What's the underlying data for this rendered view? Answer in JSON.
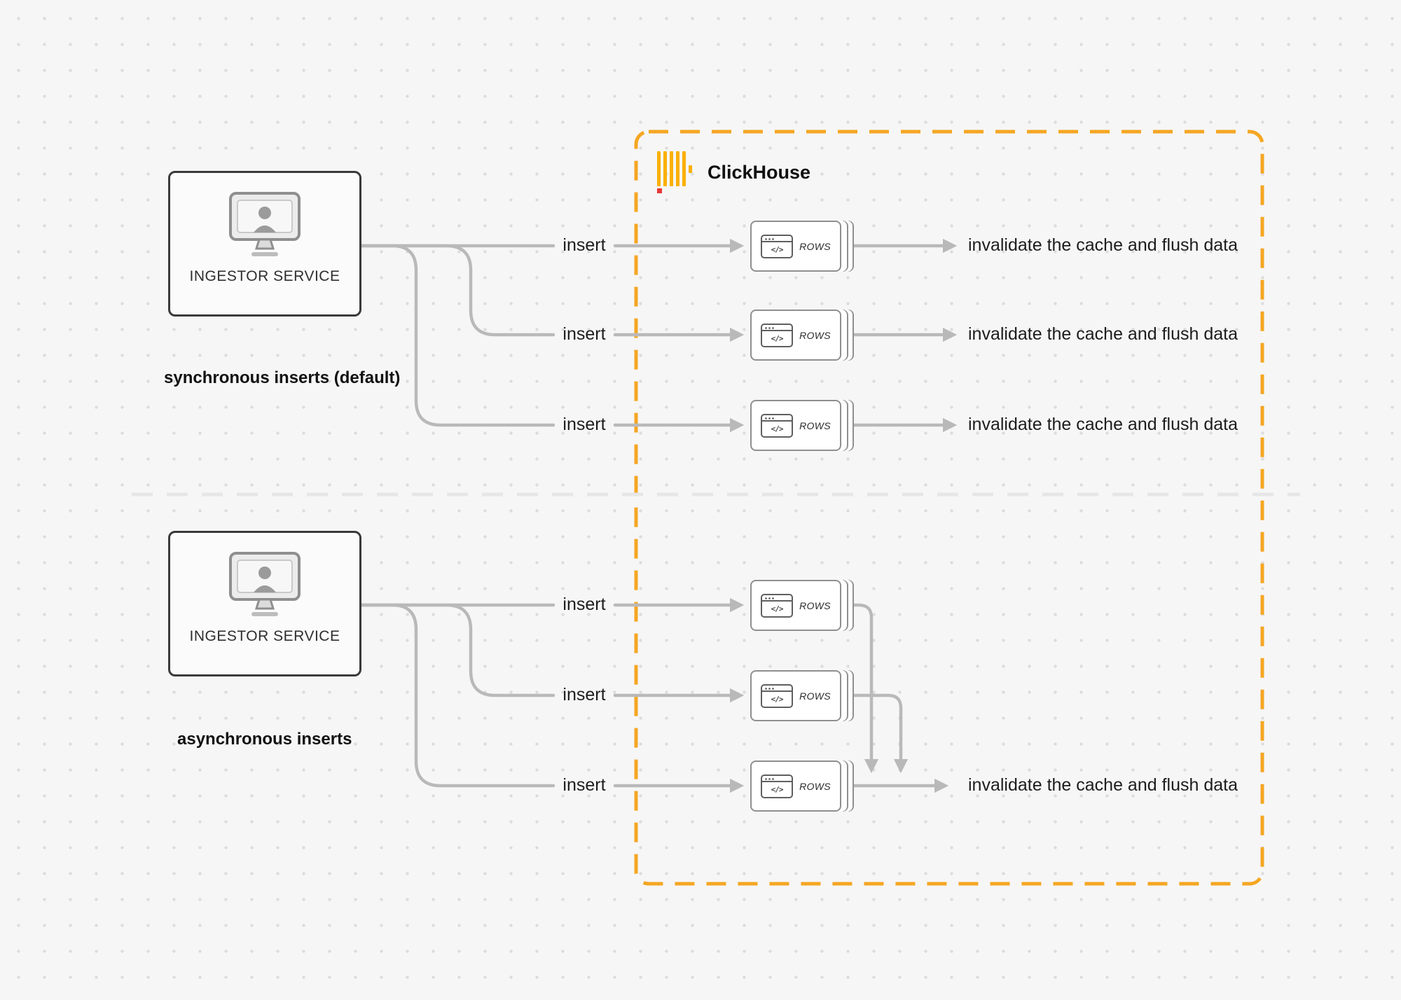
{
  "colors": {
    "accent_orange": "#F5A623",
    "logo_yellow": "#FAB005",
    "logo_red": "#E53935",
    "line_gray": "#B9B9B9",
    "dark_border": "#3A3A3A",
    "card_border": "#8F8F8F"
  },
  "clickhouse": {
    "label": "ClickHouse"
  },
  "labels": {
    "ingestor": "INGESTOR SERVICE",
    "sync_caption": "synchronous inserts (default)",
    "async_caption": "asynchronous inserts",
    "insert": "insert",
    "outcome": "invalidate the cache and flush data"
  },
  "rows_card": {
    "glyph": "</>",
    "label": "ROWS"
  }
}
